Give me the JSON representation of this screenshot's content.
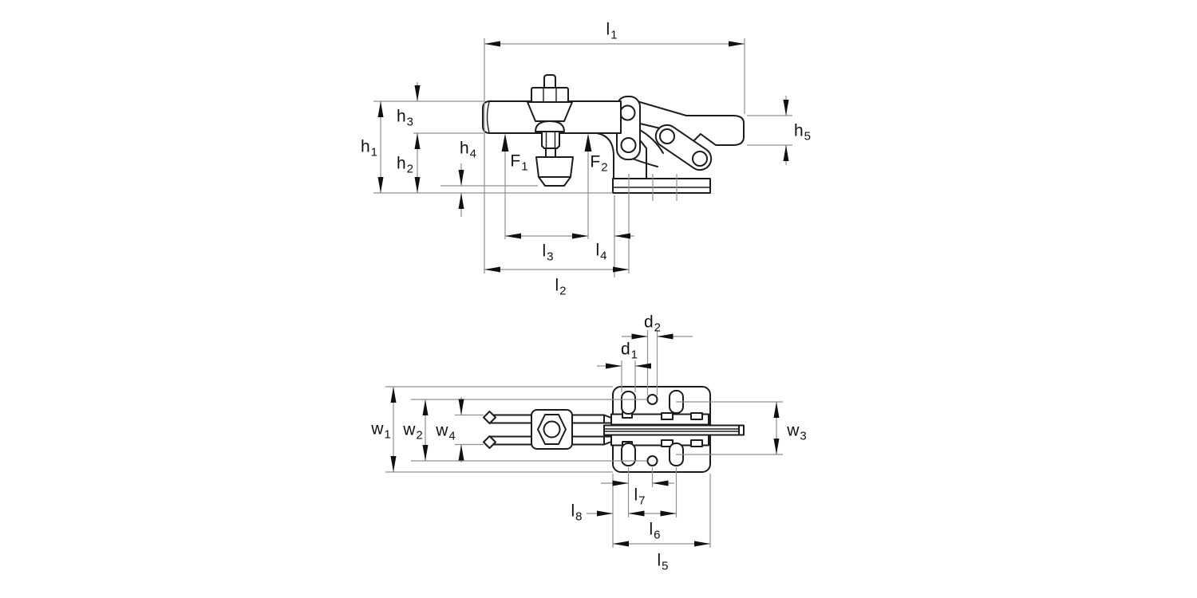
{
  "colors": {
    "outline": "#1c1c1c",
    "dimension_line": "#8f8f8f",
    "arrow": "#111111",
    "background": "#ffffff"
  },
  "side_view": {
    "labels": {
      "l1": {
        "base": "l",
        "sub": "1"
      },
      "l2": {
        "base": "l",
        "sub": "2"
      },
      "l3": {
        "base": "l",
        "sub": "3"
      },
      "l4": {
        "base": "l",
        "sub": "4"
      },
      "h1": {
        "base": "h",
        "sub": "1"
      },
      "h2": {
        "base": "h",
        "sub": "2"
      },
      "h3": {
        "base": "h",
        "sub": "3"
      },
      "h4": {
        "base": "h",
        "sub": "4"
      },
      "h5": {
        "base": "h",
        "sub": "5"
      },
      "F1": {
        "base": "F",
        "sub": "1"
      },
      "F2": {
        "base": "F",
        "sub": "2"
      }
    }
  },
  "plan_view": {
    "labels": {
      "l5": {
        "base": "l",
        "sub": "5"
      },
      "l6": {
        "base": "l",
        "sub": "6"
      },
      "l7": {
        "base": "l",
        "sub": "7"
      },
      "l8": {
        "base": "l",
        "sub": "8"
      },
      "w1": {
        "base": "w",
        "sub": "1"
      },
      "w2": {
        "base": "w",
        "sub": "2"
      },
      "w3": {
        "base": "w",
        "sub": "3"
      },
      "w4": {
        "base": "w",
        "sub": "4"
      },
      "d1": {
        "base": "d",
        "sub": "1"
      },
      "d2": {
        "base": "d",
        "sub": "2"
      }
    }
  }
}
